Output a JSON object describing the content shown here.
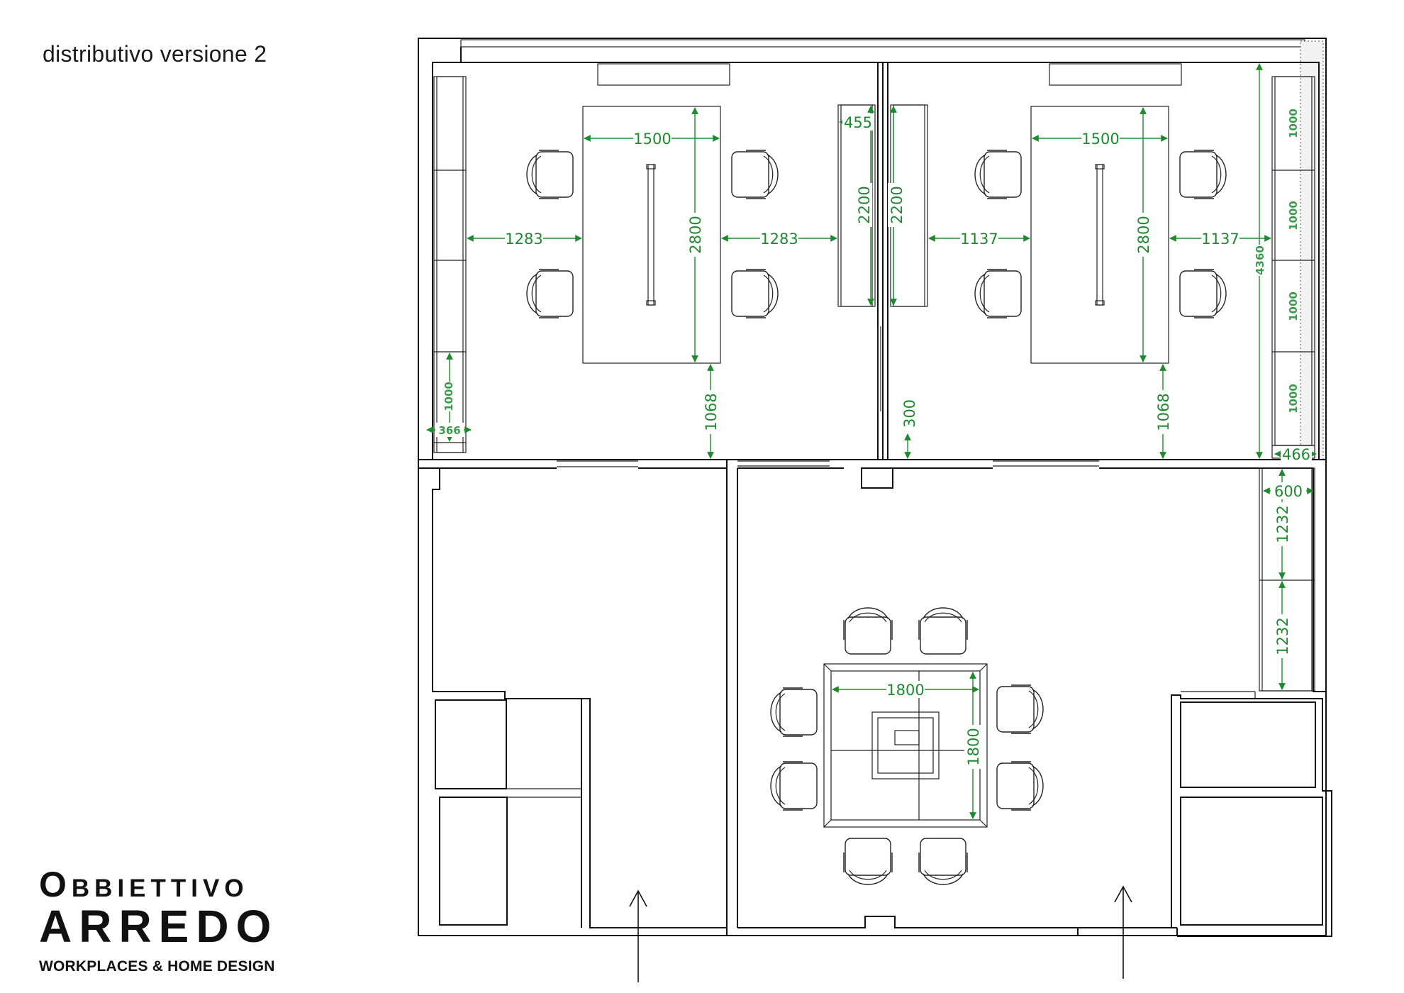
{
  "title": "distributivo versione 2",
  "logo": {
    "line1": "Obbiettivo",
    "line2": "ARREDO",
    "line3": "WORKPLACES & HOME DESIGN"
  },
  "colors": {
    "walls": "#111111",
    "dimensions": "#1e8a2e",
    "background": "#ffffff"
  },
  "dimensions": {
    "left_room": {
      "desk_width": "1500",
      "desk_depth": "2800",
      "clear_left": "1283",
      "clear_right": "1283",
      "clear_bottom": "1068",
      "cabinet_depth": "455",
      "cabinet_length": "2200",
      "shelf_depth": "366",
      "shelf_module": "1000"
    },
    "right_room": {
      "cabinet_length": "2200",
      "clear_left": "1137",
      "desk_width": "1500",
      "desk_depth": "2800",
      "clear_right": "1137",
      "clear_bottom": "1068",
      "door_offset": "300",
      "room_depth": "4360",
      "shelf_depth": "466",
      "shelf_modules": [
        "1000",
        "1000",
        "1000",
        "1000"
      ]
    },
    "meeting_room": {
      "table_width": "1800",
      "table_depth": "1800",
      "cabinet_depth": "600",
      "cabinet_modules": [
        "1232",
        "1232"
      ]
    }
  }
}
